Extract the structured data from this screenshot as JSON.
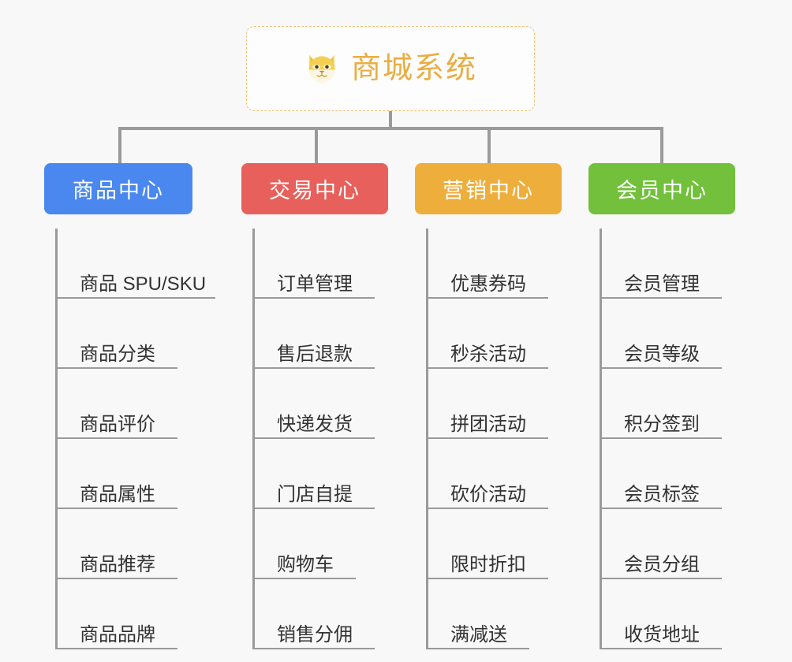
{
  "diagram": {
    "background_color": "#f8f8f8",
    "root": {
      "title": "商城系统",
      "icon": "shiba-dog-face-icon",
      "title_color": "#e9ad44",
      "border_color": "#edc27a"
    },
    "connector_color": "#9a9a9a",
    "categories": [
      {
        "label": "商品中心",
        "color": "#4a88f0",
        "items": [
          "商品 SPU/SKU",
          "商品分类",
          "商品评价",
          "商品属性",
          "商品推荐",
          "商品品牌"
        ]
      },
      {
        "label": "交易中心",
        "color": "#e8605b",
        "items": [
          "订单管理",
          "售后退款",
          "快递发货",
          "门店自提",
          "购物车",
          "销售分佣"
        ]
      },
      {
        "label": "营销中心",
        "color": "#edae3c",
        "items": [
          "优惠券码",
          "秒杀活动",
          "拼团活动",
          "砍价活动",
          "限时折扣",
          "满减送"
        ]
      },
      {
        "label": "会员中心",
        "color": "#72c03c",
        "items": [
          "会员管理",
          "会员等级",
          "积分签到",
          "会员标签",
          "会员分组",
          "收货地址"
        ]
      }
    ]
  }
}
